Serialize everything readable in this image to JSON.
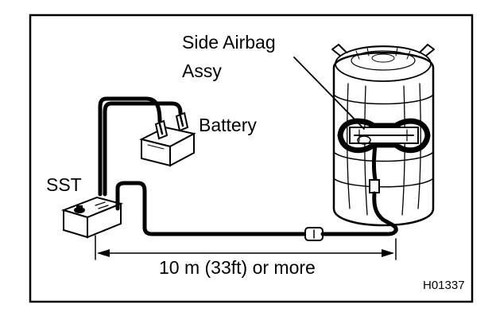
{
  "labels": {
    "airbag_line1": "Side Airbag",
    "airbag_line2": "Assy",
    "battery": "Battery",
    "sst": "SST",
    "distance": "10 m (33ft) or more",
    "figure_code": "H01337"
  }
}
